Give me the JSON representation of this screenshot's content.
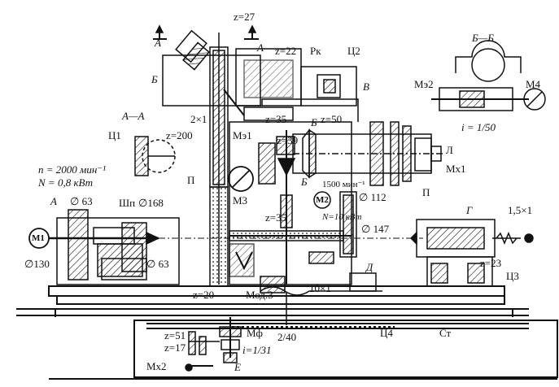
{
  "labels": {
    "section_a": "A",
    "section_a_right": "A",
    "z27": "z=27",
    "z22": "z=22",
    "rk": "Рк",
    "c2": "Ц2",
    "b_label": "Б",
    "two_x1": "2×1",
    "section_aa": "A—A",
    "c1": "Ц1",
    "z200": "z=200",
    "n_speed": "n = 2000 мин⁻¹",
    "n_power": "N = 0,8 кВт",
    "p_label": "П",
    "v_label": "В",
    "me1": "Мэ1",
    "z35_top": "z=35",
    "b_top": "Б",
    "z50": "z=50",
    "z39": "z=39",
    "l_label": "Л",
    "mx1": "Мх1",
    "b_bottom": "Б",
    "p_right": "П",
    "m3": "М3",
    "z35_bot": "z=35",
    "m2": "М2",
    "rpm1500": "1500 мин⁻¹",
    "kw10": "N=10 кВт",
    "d112": "∅ 112",
    "section_bb": "Б—Б",
    "me2": "Мэ2",
    "m4": "М4",
    "i150": "i = 1/50",
    "a_left": "A",
    "d63_top": "∅ 63",
    "shp": "Шп",
    "d168": "∅168",
    "m1": "М1",
    "d130": "∅130",
    "d63_bot": "∅ 63",
    "d147": "∅ 147",
    "g_label": "Г",
    "pitch15": "1,5×1",
    "z23": "z=23",
    "c3": "Ц3",
    "d_label": "Д",
    "z20": "z=20",
    "mod3": "Мод.3",
    "ten_x1": "10×1",
    "two40": "2/40",
    "c4": "Ц4",
    "st": "Ст",
    "mf": "Мф",
    "z51": "z=51",
    "z17": "z=17",
    "i131": "i=1/31",
    "mx2": "Мх2",
    "e_label": "Е"
  }
}
